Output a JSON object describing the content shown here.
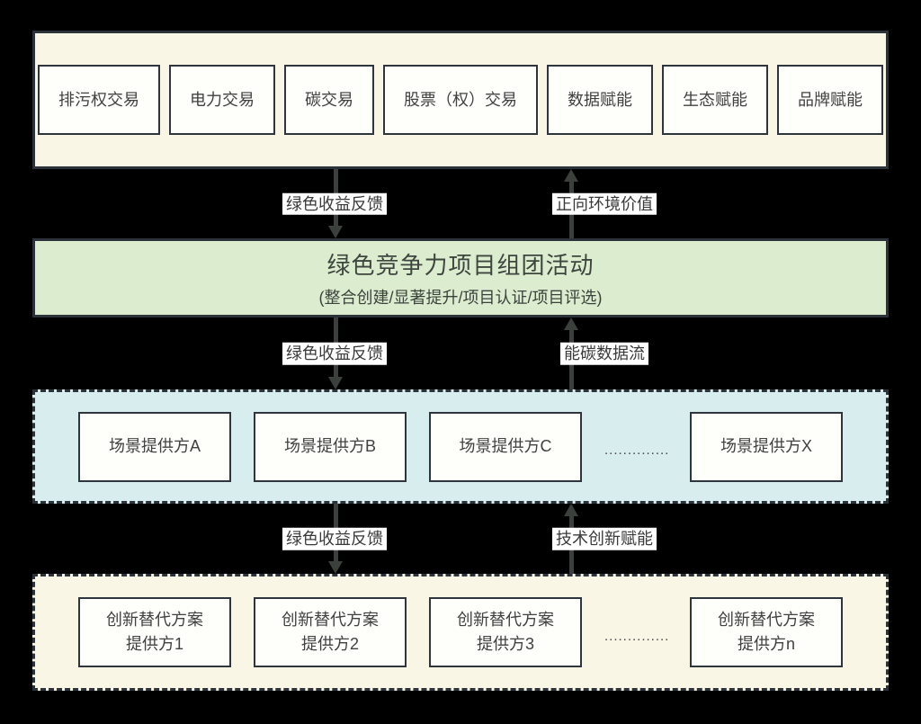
{
  "colors": {
    "page_background": "#000000",
    "band_border": "#2b323a",
    "node_border": "#2e353d",
    "cream_band": "#faf6e5",
    "green_band": "#dcedcf",
    "cyan_band": "#d8edee",
    "node_background": "#fefefb",
    "arrow": "#3b403c",
    "label_background": "#ffffff",
    "text": "#414141"
  },
  "band_trading": {
    "boxes": [
      "排污权交易",
      "电力交易",
      "碳交易",
      "股票（权）交易",
      "数据赋能",
      "生态赋能",
      "品牌赋能"
    ]
  },
  "connector_top": {
    "down_label": "绿色收益反馈",
    "up_label": "正向环境价值"
  },
  "band_program": {
    "title": "绿色竞争力项目组团活动",
    "subtitle": "(整合创建/显著提升/项目认证/项目评选)"
  },
  "connector_middle": {
    "down_label": "绿色收益反馈",
    "up_label": "能碳数据流"
  },
  "band_scenes": {
    "boxes": [
      "场景提供方A",
      "场景提供方B",
      "场景提供方C",
      "场景提供方X"
    ],
    "ellipsis": ".............."
  },
  "connector_bottom": {
    "down_label": "绿色收益反馈",
    "up_label": "技术创新赋能"
  },
  "band_innovators": {
    "boxes": [
      {
        "line1": "创新替代方案",
        "line2": "提供方1"
      },
      {
        "line1": "创新替代方案",
        "line2": "提供方2"
      },
      {
        "line1": "创新替代方案",
        "line2": "提供方3"
      },
      {
        "line1": "创新替代方案",
        "line2": "提供方n"
      }
    ],
    "ellipsis": ".............."
  }
}
